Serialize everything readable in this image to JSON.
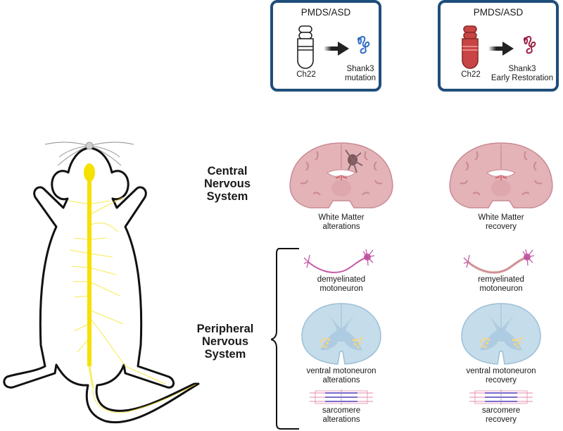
{
  "condition_boxes": [
    {
      "title": "PMDS/ASD",
      "chromosome_label": "Ch22",
      "protein_label_line1": "Shank3",
      "protein_label_line2": "mutation",
      "chromosome_color": "#ffffff",
      "protein_color": "#2f6fc4"
    },
    {
      "title": "PMDS/ASD",
      "chromosome_label": "Ch22",
      "protein_label_line1": "Shank3",
      "protein_label_line2": "Early Restoration",
      "chromosome_color": "#c94444",
      "protein_color": "#9c2244"
    }
  ],
  "systems": {
    "central": {
      "line1": "Central",
      "line2": "Nervous",
      "line3": "System"
    },
    "peripheral": {
      "line1": "Peripheral",
      "line2": "Nervous",
      "line3": "System"
    }
  },
  "columns": [
    {
      "brain": {
        "line1": "White Matter",
        "line2": "alterations",
        "lesion": true
      },
      "neuron": {
        "line1": "demyelinated",
        "line2": "motoneuron",
        "myelinated": false
      },
      "spinal": {
        "line1": "ventral motoneuron",
        "line2": "alterations"
      },
      "sarcomere": {
        "line1": "sarcomere",
        "line2": "alterations"
      }
    },
    {
      "brain": {
        "line1": "White Matter",
        "line2": "recovery",
        "lesion": false
      },
      "neuron": {
        "line1": "remyelinated",
        "line2": "motoneuron",
        "myelinated": true
      },
      "spinal": {
        "line1": "ventral motoneuron",
        "line2": "recovery"
      },
      "sarcomere": {
        "line1": "sarcomere",
        "line2": "recovery"
      }
    }
  ],
  "colors": {
    "box_border": "#1f4e7a",
    "nerve_yellow": "#f5e100",
    "brain_pink": "#e3b3b8",
    "spinal_blue": "#c5dcea",
    "neuron_magenta": "#c55aa6"
  }
}
